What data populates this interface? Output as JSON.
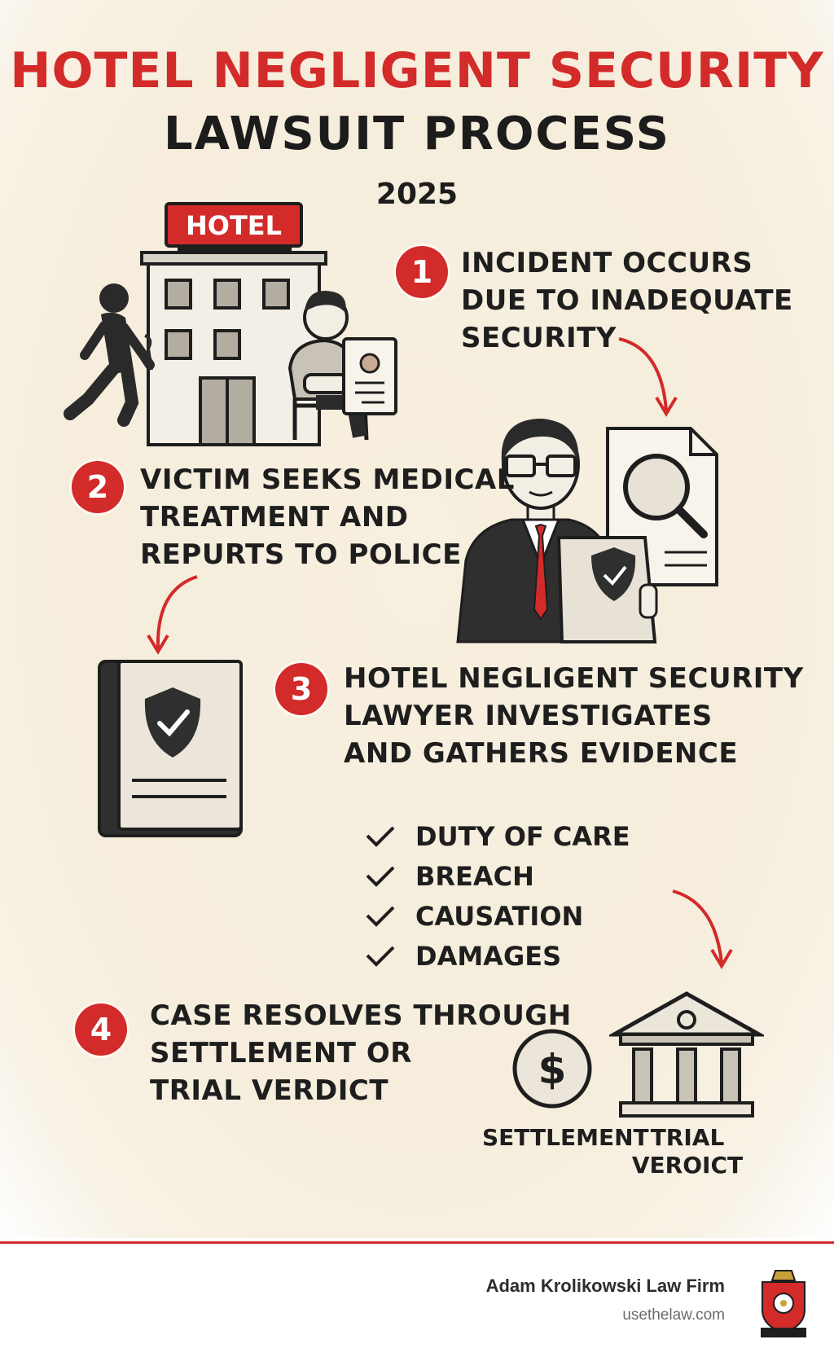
{
  "header": {
    "title_line1": "HOTEL NEGLIGENT SECURITY",
    "title_line2": "LAWSUIT PROCESS",
    "year": "2025"
  },
  "hotel_sign": "HOTEL",
  "steps": [
    {
      "number": "1",
      "text": "INCIDENT OCCURS\nDUE TO INADEQUATE\nSECURITY"
    },
    {
      "number": "2",
      "text": "VICTIM SEEKS MEDICAL\nTREATMENT AND\nREPURTS TO POLICE"
    },
    {
      "number": "3",
      "text": "HOTEL NEGLIGENT SECURITY\nLAWYER INVESTIGATES\nAND GATHERS EVIDENCE"
    },
    {
      "number": "4",
      "text": "CASE RESOLVES THROUGH\nSETTLEMENT OR\nTRIAL VERDICT"
    }
  ],
  "elements": [
    "DUTY OF CARE",
    "BREACH",
    "CAUSATION",
    "DAMAGES"
  ],
  "outcomes": {
    "settlement": "SETTLEMENT",
    "trial_line1": "TRIAL",
    "trial_line2": "VEROICT"
  },
  "footer": {
    "firm_name": "Adam Krolikowski Law Firm",
    "url": "usethelaw.com"
  },
  "colors": {
    "accent": "#d32a2a",
    "ink": "#1e1e1e",
    "background": "#f6eddc"
  },
  "icons": [
    "hotel-building-icon",
    "burglar-icon",
    "injured-person-icon",
    "medical-report-icon",
    "lawyer-icon",
    "magnifier-document-icon",
    "shield-book-icon",
    "dollar-coin-icon",
    "courthouse-icon",
    "law-firm-crest-icon"
  ]
}
